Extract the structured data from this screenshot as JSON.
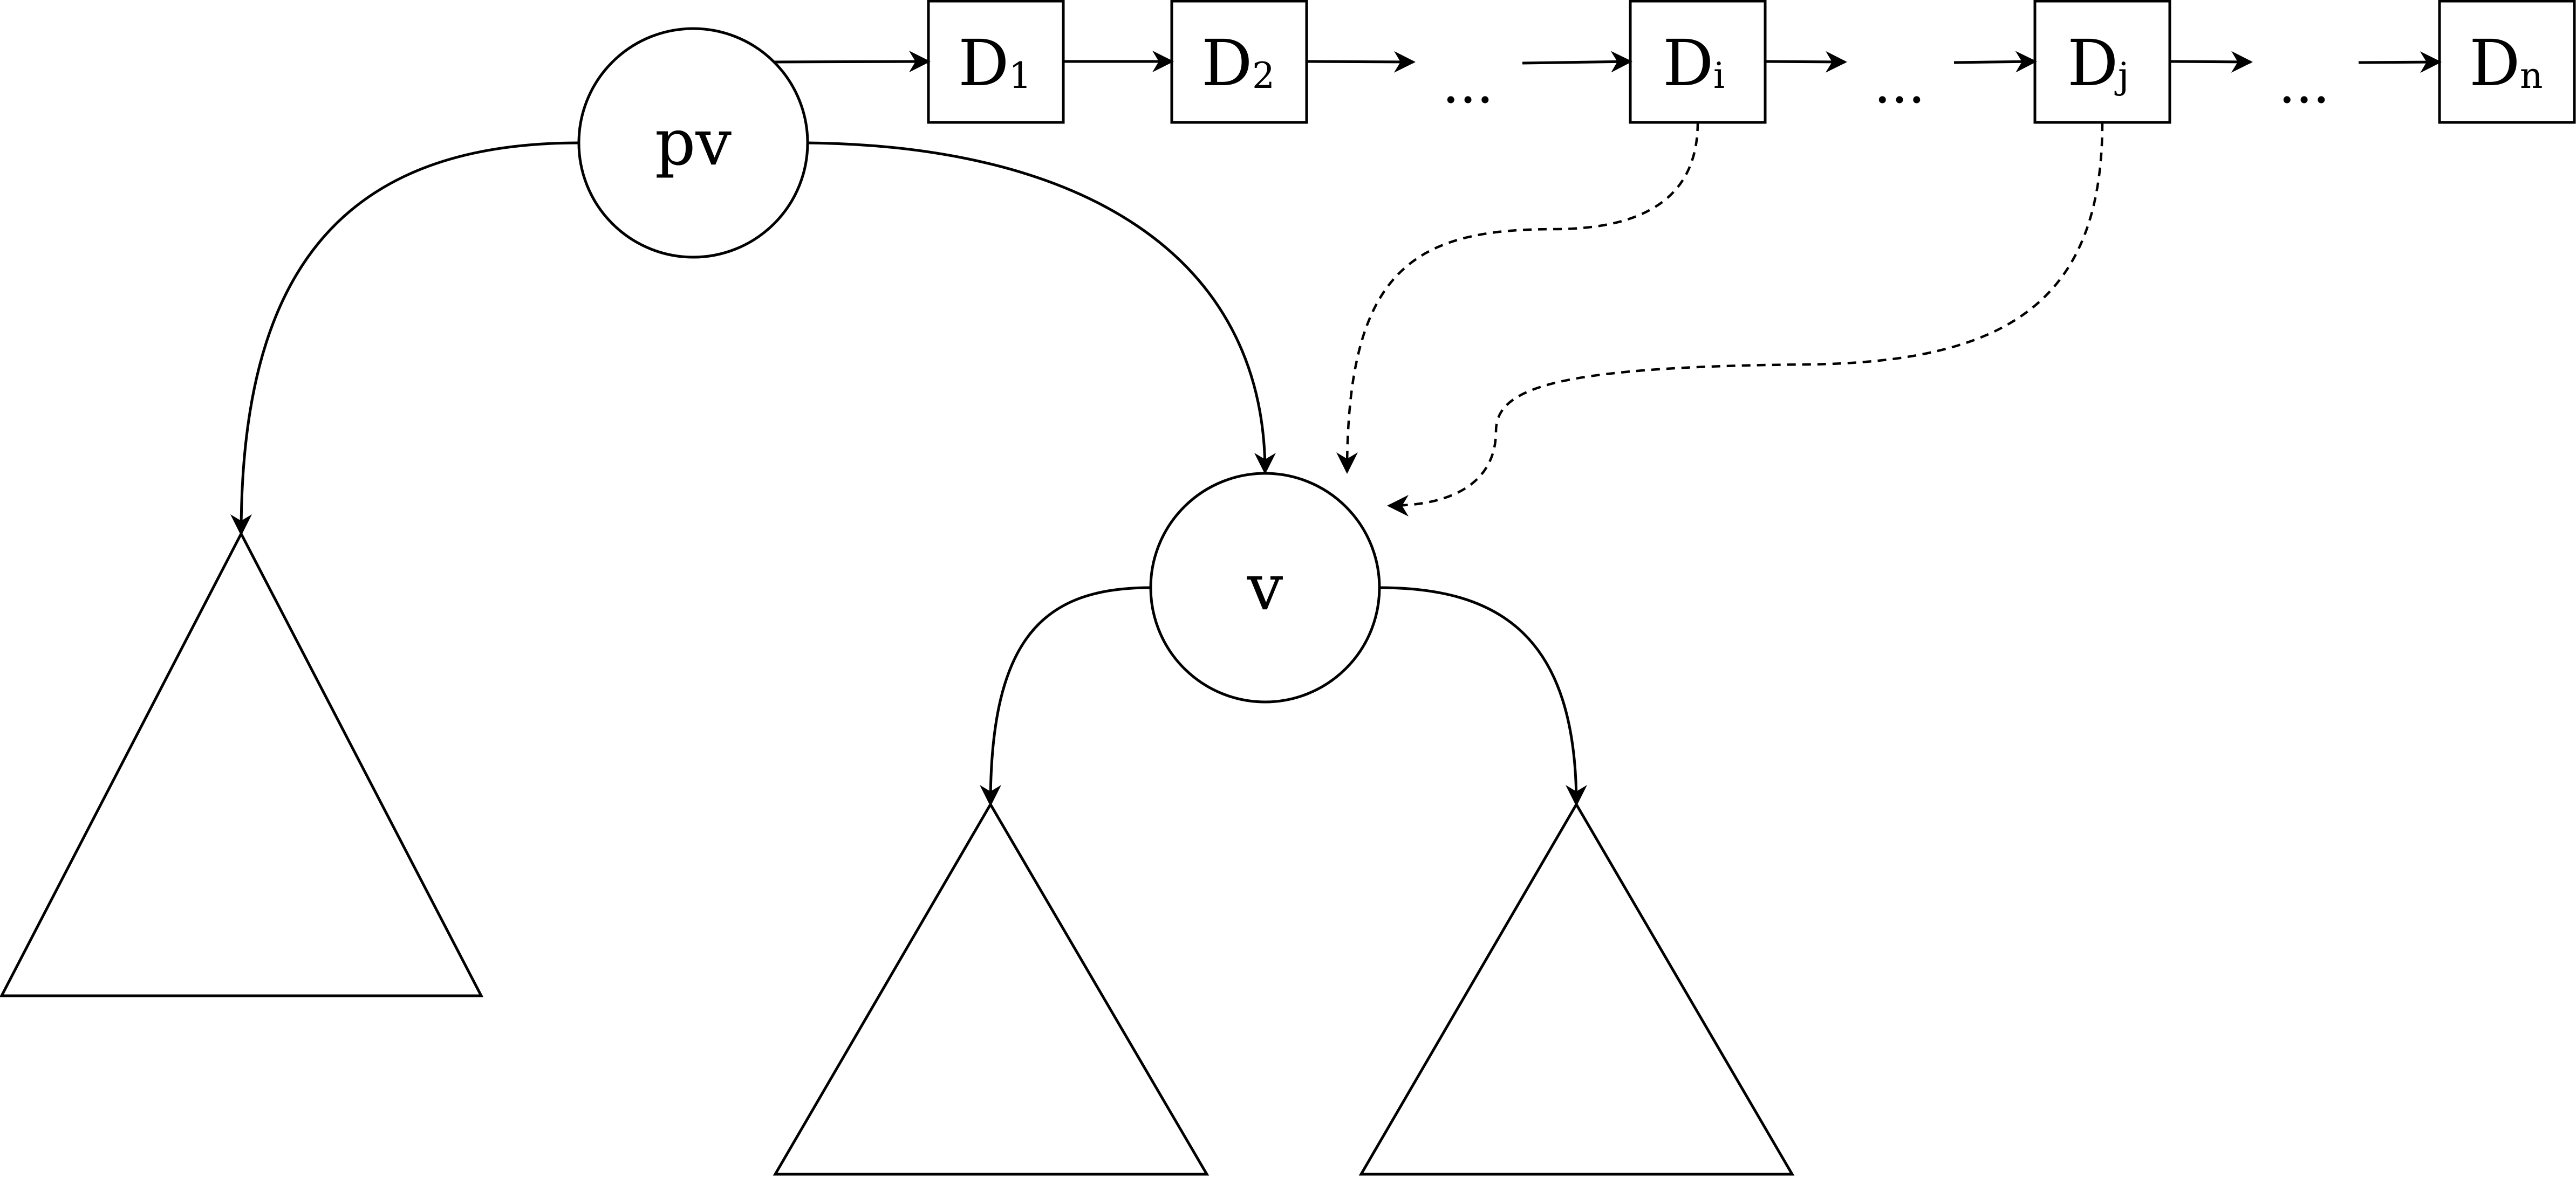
{
  "nodes": {
    "pv": {
      "label": "pv"
    },
    "v": {
      "label": "v"
    }
  },
  "list": {
    "boxes": [
      {
        "main": "D",
        "sub": "1"
      },
      {
        "main": "D",
        "sub": "2"
      },
      {
        "main": "D",
        "sub": "i"
      },
      {
        "main": "D",
        "sub": "j"
      },
      {
        "main": "D",
        "sub": "n"
      }
    ],
    "ellipses": [
      "...",
      "...",
      "..."
    ]
  },
  "colors": {
    "stroke": "#000000",
    "background": "#ffffff"
  }
}
